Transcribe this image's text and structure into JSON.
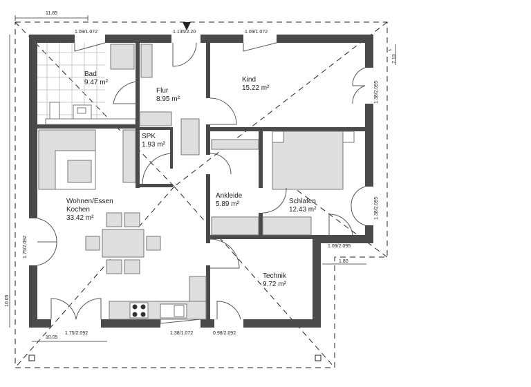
{
  "rooms": {
    "bad": {
      "name": "Bad",
      "area": "9.47 m²"
    },
    "flur": {
      "name": "Flur",
      "area": "8.95 m²"
    },
    "kind": {
      "name": "Kind",
      "area": "15.22 m²"
    },
    "spk": {
      "name": "SPK",
      "area": "1.93 m²"
    },
    "wohnen": {
      "name1": "Wohnen/Essen",
      "name2": "Kochen",
      "area": "33.42 m²"
    },
    "ankleide": {
      "name": "Ankleide",
      "area": "5.89 m²"
    },
    "schlafen": {
      "name": "Schlafen",
      "area": "12.43 m²"
    },
    "technik": {
      "name": "Technik",
      "area": "9.72 m²"
    }
  },
  "dimensions": {
    "top_width": "11.85",
    "left_height": "10.05",
    "bottom_width": "10.05",
    "offset": "1.80",
    "roof_right": "7.13",
    "roof_right_sup": "5",
    "win_bad": "1.09/1.072",
    "door_entry": "1.135/2.20",
    "win_kind_top": "1.09/1.072",
    "win_kind_right": "1.38/2.095",
    "win_schlafen_right": "1.38/2.095",
    "door_schlafen_bottom": "1.09/2.095",
    "win_wohnen_left": "1.75/2.092",
    "door_wohnen_bottom": "1.75/2.092",
    "win_kitchen": "1.38/1.072",
    "door_technik": "0.98/2.092"
  }
}
